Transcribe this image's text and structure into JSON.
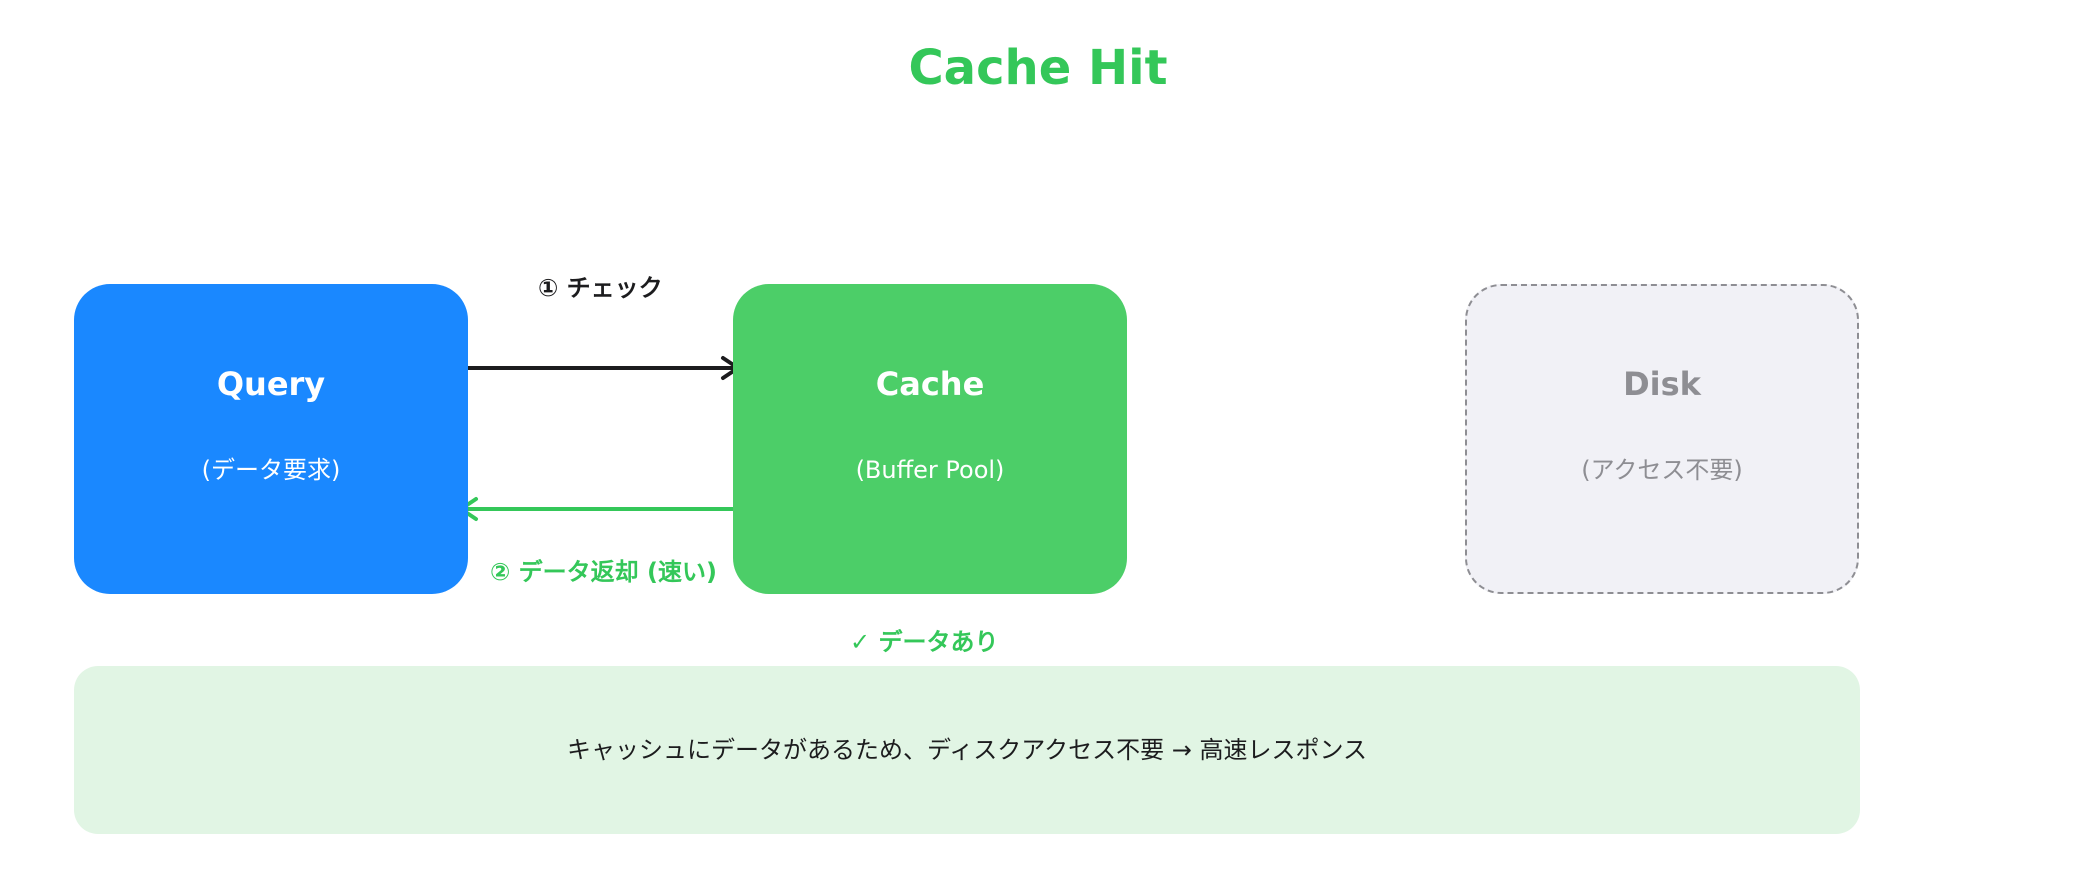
{
  "title": "Cache Hit",
  "colors": {
    "title": "#34c759",
    "query_bg": "#1a88ff",
    "cache_bg": "#4cce68",
    "disk_bg": "#f1f1f6",
    "disk_border": "#8e8e93",
    "disk_text": "#8e8e93",
    "node_text": "#ffffff",
    "arrow_check": "#1c1c1e",
    "arrow_return": "#34c759",
    "label_return": "#34c759",
    "label_hit": "#34c759",
    "summary_bg": "#e1f5e4",
    "summary_text": "#1c1c1e"
  },
  "nodes": {
    "query": {
      "title": "Query",
      "subtitle": "(データ要求)"
    },
    "cache": {
      "title": "Cache",
      "subtitle": "(Buffer Pool)"
    },
    "disk": {
      "title": "Disk",
      "subtitle": "(アクセス不要)"
    }
  },
  "edges": {
    "check_label": "① チェック",
    "return_label": "② データ返却 (速い)"
  },
  "cache_hit_label": "✓ データあり",
  "summary": "キャッシュにデータがあるため、ディスクアクセス不要 → 高速レスポンス"
}
